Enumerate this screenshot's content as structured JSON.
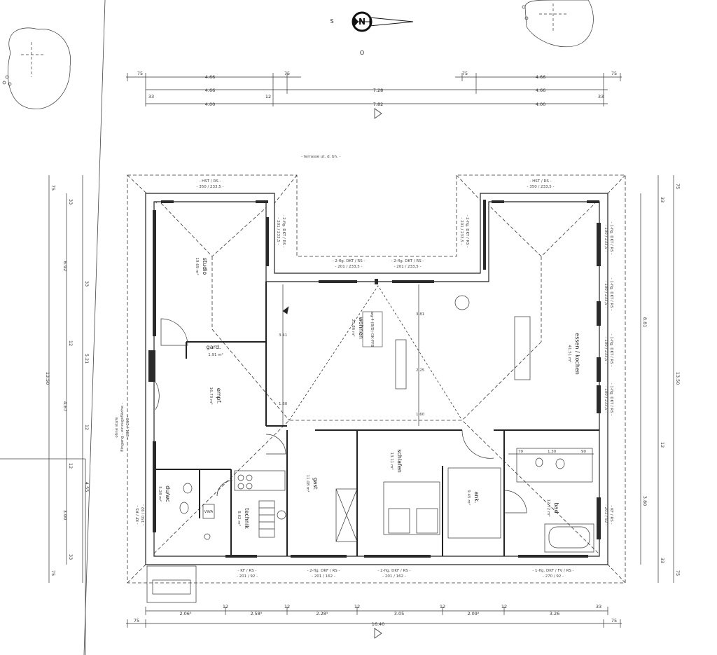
{
  "compass": {
    "s_label": "S",
    "o_label": "O",
    "n_label": "N"
  },
  "dims_top": {
    "row1": [
      "75",
      "4.66",
      "75",
      "75",
      "4.66",
      "75"
    ],
    "row2": [
      "4.66",
      "12",
      "7.28",
      "4.66",
      "33",
      "33"
    ],
    "row3": [
      "4.00",
      "7.82",
      "4.00"
    ]
  },
  "dims_bottom": {
    "row1": [
      "12",
      "12",
      "12",
      "12",
      "12",
      "33"
    ],
    "row2": [
      "2.06⁵",
      "2.58⁵",
      "2.28⁵",
      "3.05",
      "2.09⁵",
      "3.26"
    ],
    "row3": [
      "75",
      "16.40",
      "75"
    ]
  },
  "dims_left": [
    "75",
    "33",
    "6.92",
    "33",
    "12",
    "5.21",
    "12",
    "4.67",
    "12",
    "4.55",
    "3.00",
    "33",
    "75",
    "13.50"
  ],
  "dims_right": [
    "75",
    "33",
    "8.81",
    "12",
    "13.50",
    "3.80",
    "33",
    "75"
  ],
  "terrace_note": "- terrasse ut. d. bh. -",
  "openings": {
    "studio_top": "- HST / RS -",
    "studio_top_size": "- 350 / 233,5 -",
    "studio_side": "- 2-flg. DKT / RS -",
    "studio_side_size": "- 201 / 233,5 -",
    "kitchen_top": "- HST / RS -",
    "kitchen_top_size": "- 350 / 233,5 -",
    "kitchen_side": "- 2-flg. DKT / RS -",
    "kitchen_side_size": "- 201 / 233,5 -",
    "wohnen_l": "- 2-flg. DKT / RS -",
    "wohnen_l_size": "- 201 / 233,5 -",
    "wohnen_r": "- 2-flg. DKT / RS -",
    "wohnen_r_size": "- 201 / 233,5 -",
    "right_1": "- 1-flg. DKT / RS -",
    "right_1_size": "- 100 / 233,5 -",
    "right_2": "- 1-flg. DKT / RS -",
    "right_2_size": "- 100 / 233,5 -",
    "right_3": "- 1-flg. DKT / RS -",
    "right_3_size": "- 100 / 233,5 -",
    "right_4": "- 1-flg. DKT / RS -",
    "right_4_size": "- 100 / 233,5 -",
    "right_5": "- KF / RS -",
    "right_5_size": "- 201 / 92 -",
    "entrance": "Eingang - einzugsfläche -",
    "entrance_size": "- 231 / 218 -",
    "entrance_note": "ohne stufe",
    "left_kf": "- KF / RS -",
    "left_kf_size": "- 150 / 92 -",
    "bottom_1": "- KF / RS -",
    "bottom_1_size": "- 201 / 92 -",
    "bottom_2": "- 2-flg. DKF / RS -",
    "bottom_2_size": "- 201 / 162 -",
    "bottom_3": "- 2-flg. DKF / RS -",
    "bottom_3_size": "- 201 / 162 -",
    "bottom_4": "- 1-flg. DKF / FV / RS -",
    "bottom_4_size": "- 270 / 92 -"
  },
  "rooms": {
    "studio": {
      "name": "studio",
      "area": "19.69 m²"
    },
    "gard": {
      "name": "gard.",
      "area": "1.91 m²"
    },
    "empf": {
      "name": "empf.",
      "area": "16.70 m²"
    },
    "wohnen": {
      "name": "wohnen",
      "area": "25.86 m²"
    },
    "essen": {
      "name": "essen / kochen",
      "area": "41.51 m²"
    },
    "gast": {
      "name": "gast",
      "area": "11.08 m²"
    },
    "schlafen": {
      "name": "schlafen",
      "area": "13.11 m²"
    },
    "ank": {
      "name": "ank.",
      "area": "9.45 m²"
    },
    "bad": {
      "name": "bad",
      "area": "12.72 m²"
    },
    "duwc": {
      "name": "du/wc",
      "area": "5.28 m²"
    },
    "technik": {
      "name": "technik",
      "area": "8.62 m²"
    }
  },
  "inner_dims": {
    "w1": "3.81",
    "w2": "2.25",
    "w3": "1.60",
    "w4": "1.60",
    "w5": "3.41",
    "b1": "79",
    "b2": "1.30",
    "b3": "90",
    "tech_vwa": "VWA",
    "inner_note": "wg·4·(B/D)·OK·FFB"
  }
}
